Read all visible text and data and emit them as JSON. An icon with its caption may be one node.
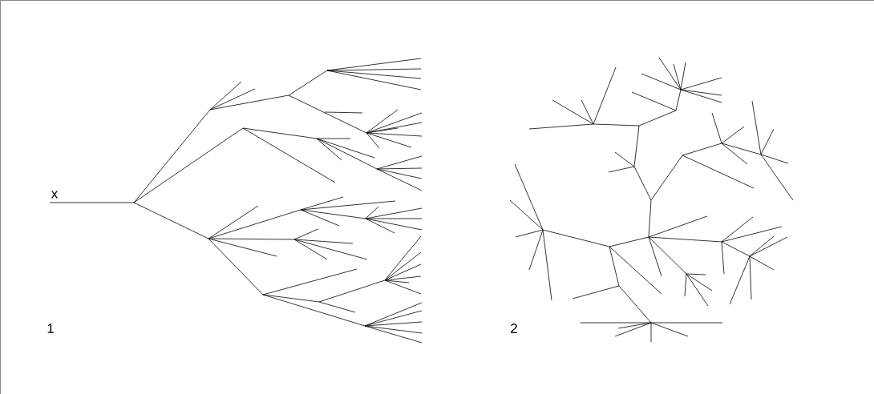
{
  "diagram": {
    "labels": [
      "x",
      "1",
      "2"
    ]
  }
}
